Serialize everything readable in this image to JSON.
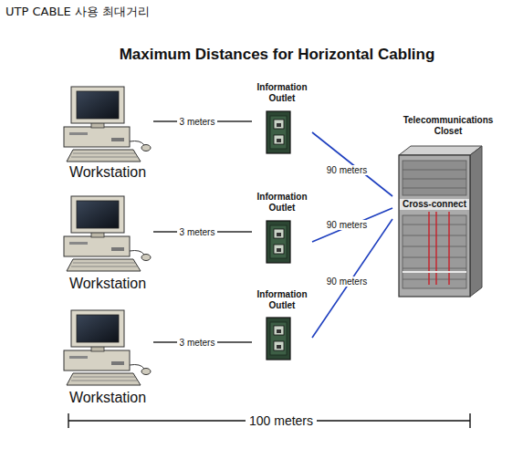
{
  "diagram": {
    "title": "Maximum Distances for Horizontal Cabling",
    "nodes": [
      {
        "text": [
          "Workstation"
        ]
      },
      {
        "text": [
          "Information Outlet"
        ]
      },
      {
        "text": [
          "Telecommunications Closet",
          "Cross-connect"
        ]
      },
      {
        "text": [
          "Workstation"
        ]
      },
      {
        "text": [
          "Information Outlet"
        ]
      },
      {
        "text": [
          "Workstation"
        ]
      },
      {
        "text": [
          "Information Outlet"
        ]
      }
    ],
    "edges": [
      {
        "from": 0,
        "to": 1,
        "arrow": "none",
        "label": "3 meters"
      },
      {
        "from": 1,
        "to": 2,
        "arrow": "none",
        "label": "90 meters"
      },
      {
        "from": 3,
        "to": 4,
        "arrow": "none",
        "label": "3 meters"
      },
      {
        "from": 4,
        "to": 2,
        "arrow": "none",
        "label": "90 meters"
      },
      {
        "from": 5,
        "to": 6,
        "arrow": "none",
        "label": "3 meters"
      },
      {
        "from": 6,
        "to": 2,
        "arrow": "none",
        "label": "90 meters"
      }
    ],
    "labels": [
      "UTP CABLE 사용 최대거리",
      "100 meters"
    ]
  }
}
